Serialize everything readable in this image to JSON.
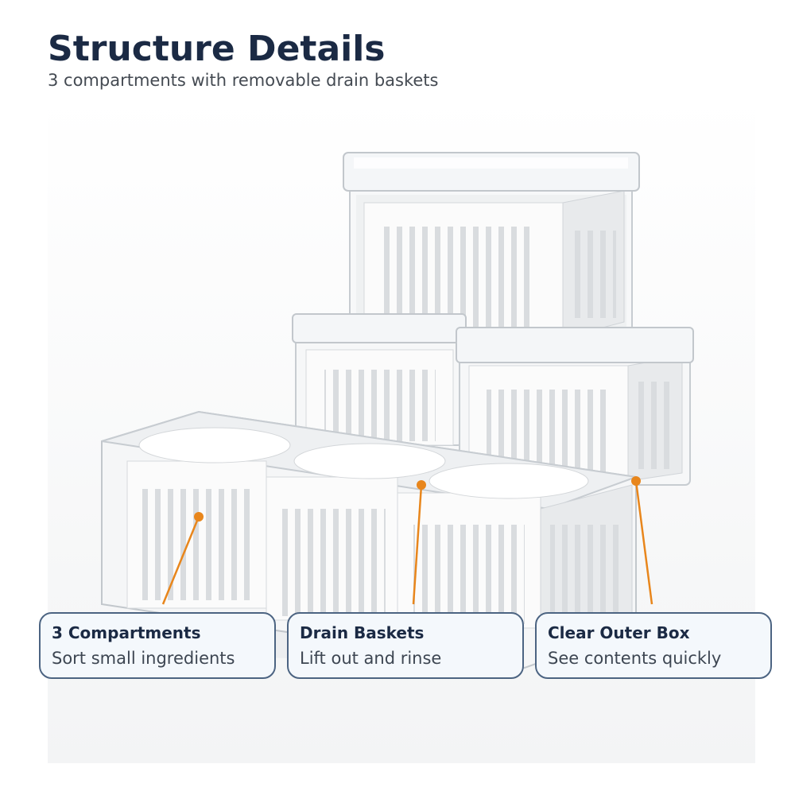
{
  "header": {
    "title": "Structure Details",
    "subtitle": "3 compartments with removable drain baskets"
  },
  "callouts": [
    {
      "title": "3 Compartments",
      "desc": "Sort small ingredients"
    },
    {
      "title": "Drain Baskets",
      "desc": "Lift out and rinse"
    },
    {
      "title": "Clear Outer Box",
      "desc": "See contents quickly"
    }
  ],
  "colors": {
    "title": "#1b2a44",
    "accent_orange": "#e8861c",
    "callout_border": "#4c6482",
    "callout_bg": "#f4f8fc"
  }
}
